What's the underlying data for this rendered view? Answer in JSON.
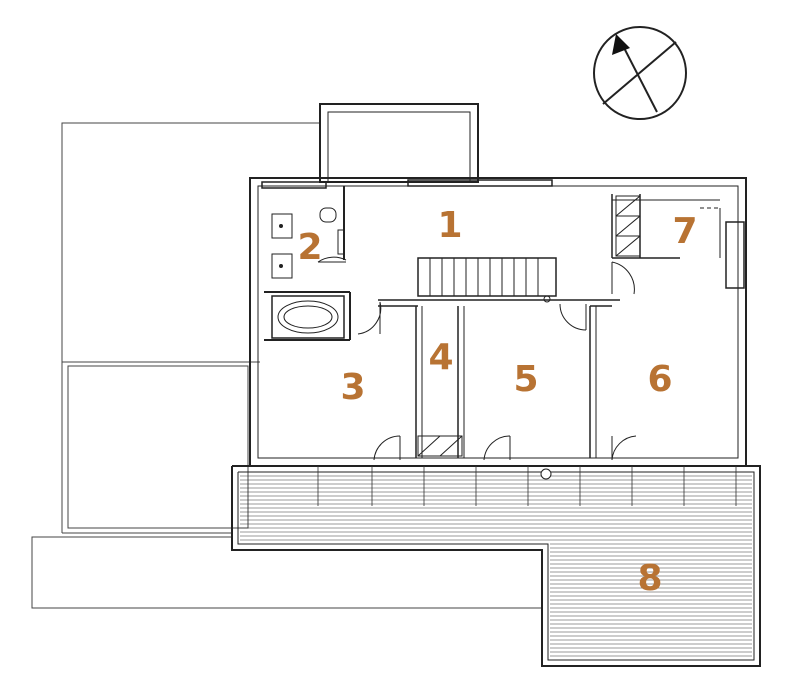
{
  "label_color": "#b87333",
  "line_color": "#222222",
  "compass": {
    "icon": "north-arrow-icon"
  },
  "rooms": [
    {
      "id": "room-1",
      "label": "1"
    },
    {
      "id": "room-2",
      "label": "2"
    },
    {
      "id": "room-3",
      "label": "3"
    },
    {
      "id": "room-4",
      "label": "4"
    },
    {
      "id": "room-5",
      "label": "5"
    },
    {
      "id": "room-6",
      "label": "6"
    },
    {
      "id": "room-7",
      "label": "7"
    },
    {
      "id": "room-8",
      "label": "8"
    }
  ]
}
